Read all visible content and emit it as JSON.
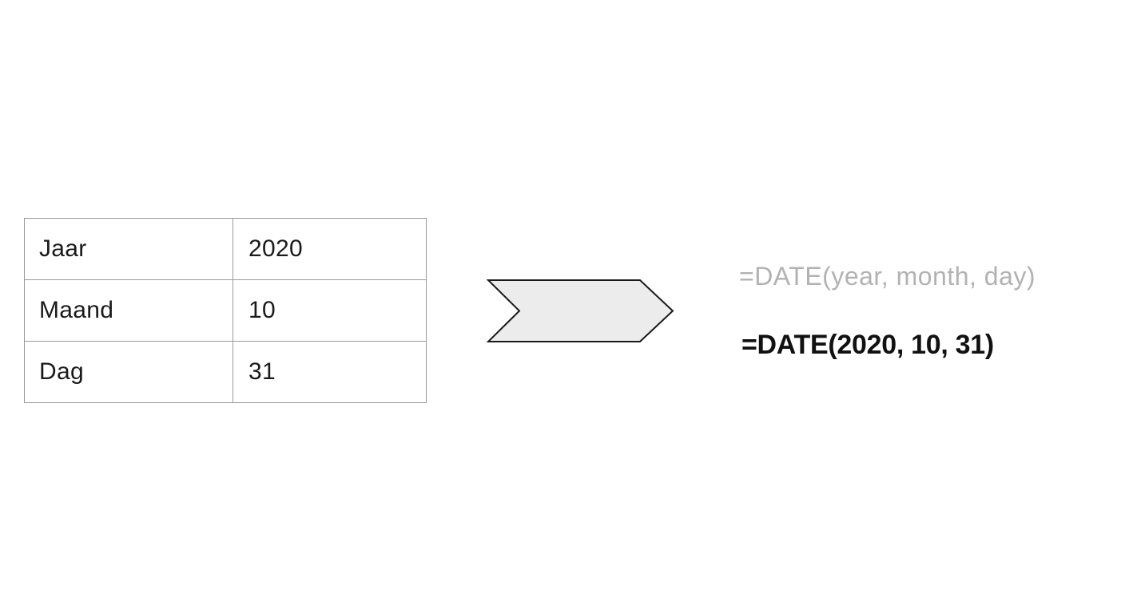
{
  "canvas": {
    "background_color": "#ffffff"
  },
  "input_table": {
    "border_color": "#9a9a9a",
    "text_color": "#1a1a1a",
    "rows": [
      {
        "label": "Jaar",
        "value": "2020"
      },
      {
        "label": "Maand",
        "value": "10"
      },
      {
        "label": "Dag",
        "value": "31"
      }
    ]
  },
  "arrow": {
    "fill_color": "#ececec",
    "stroke_color": "#1a1a1a"
  },
  "formulas": {
    "syntax": "=DATE(year, month, day)",
    "syntax_color": "#b2b2b2",
    "result": "=DATE(2020, 10, 31)",
    "result_color": "#111111"
  }
}
